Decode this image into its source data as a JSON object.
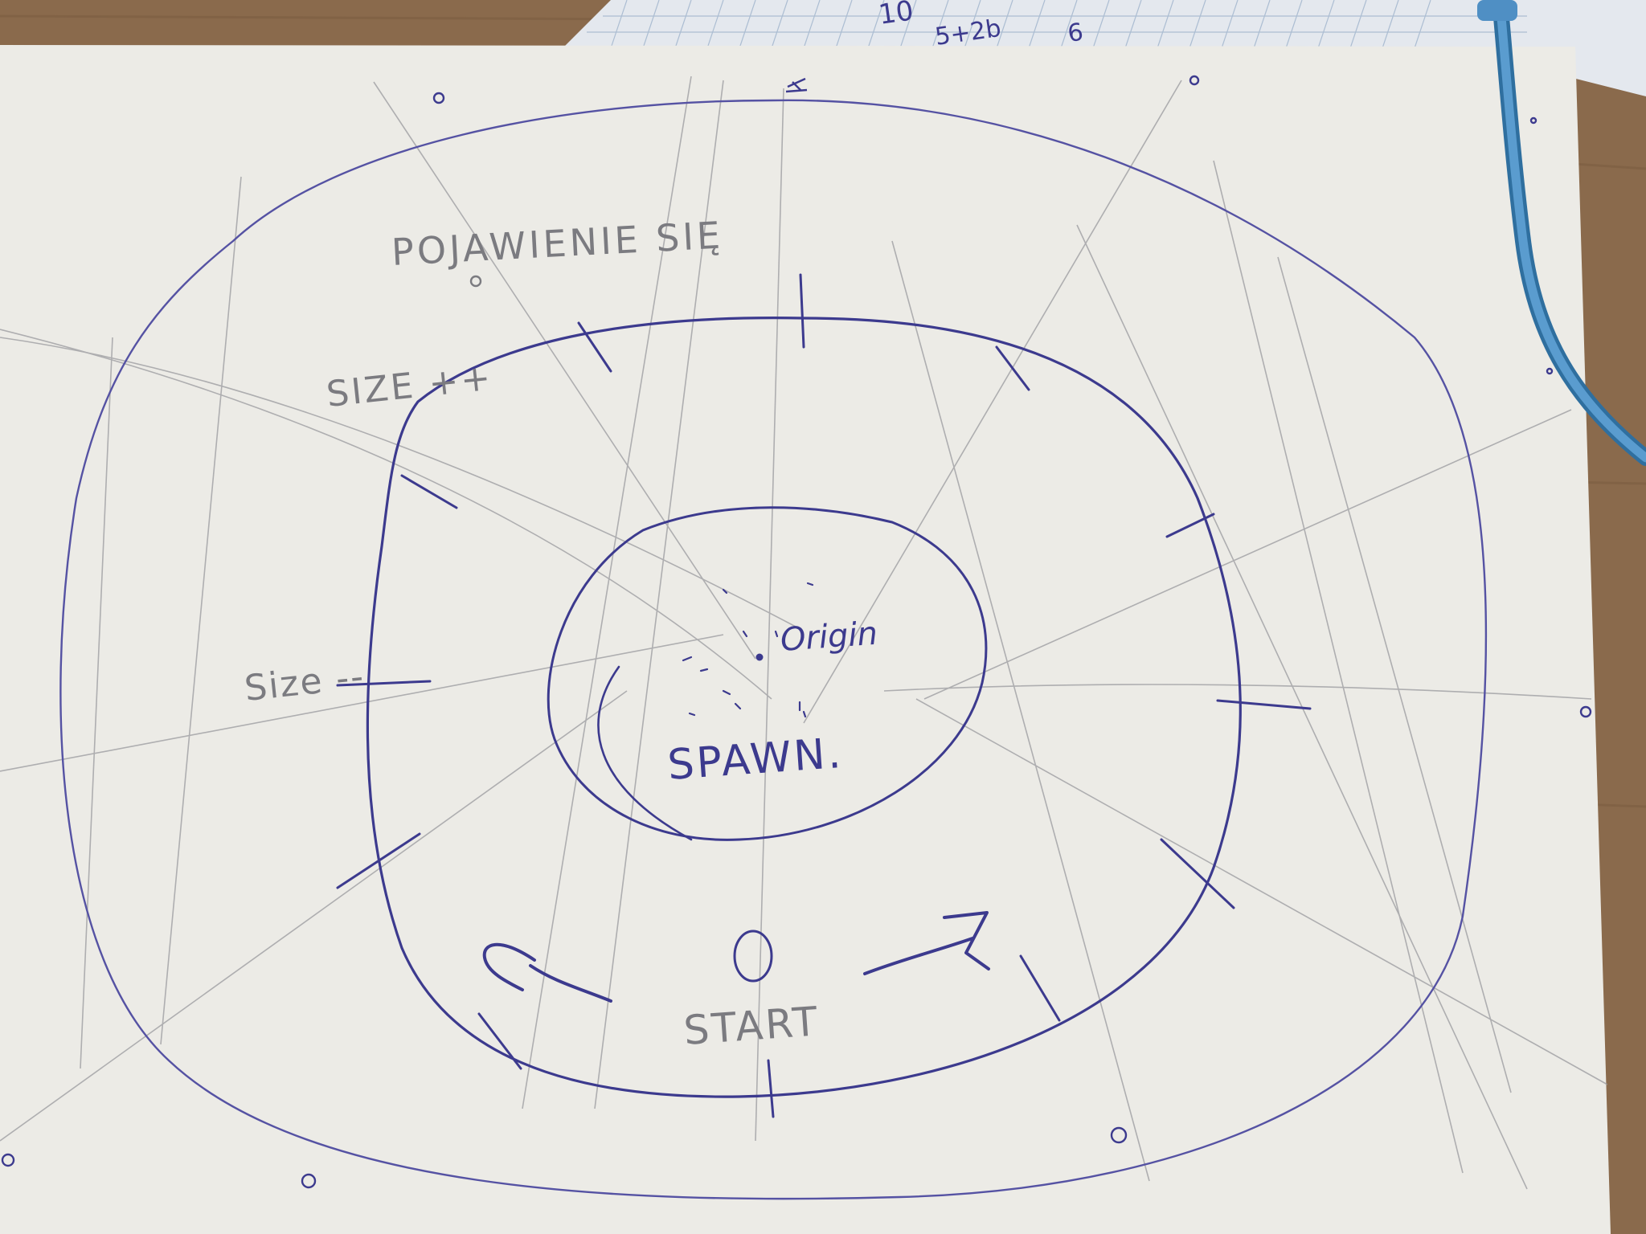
{
  "colors": {
    "table": "#8a6a4c",
    "paper": "#ecebe6",
    "grid_paper": "#e4e8ee",
    "grid_line": "#9fb3cc",
    "ink": "#3c3a8e",
    "pencil": "#7b7b80",
    "cable": "#4f8fc4"
  },
  "labels": {
    "pojawienie": "POJAWIENIE SIĘ",
    "size_plus": "SIZE ++",
    "size_minus": "Size --",
    "origin": "Origin",
    "spawn": "SPAWN.",
    "start": "START"
  },
  "grid_note": {
    "line1": "10",
    "line2": "5+2b",
    "line3": "6"
  },
  "icons": {
    "start_marker": "circle-icon",
    "arrow_left": "curved-arrow-left-icon",
    "arrow_right": "arrow-right-icon",
    "origin_point": "dot-icon",
    "boundary_marker": "small-circle-icon",
    "cable": "usb-cable-icon"
  }
}
